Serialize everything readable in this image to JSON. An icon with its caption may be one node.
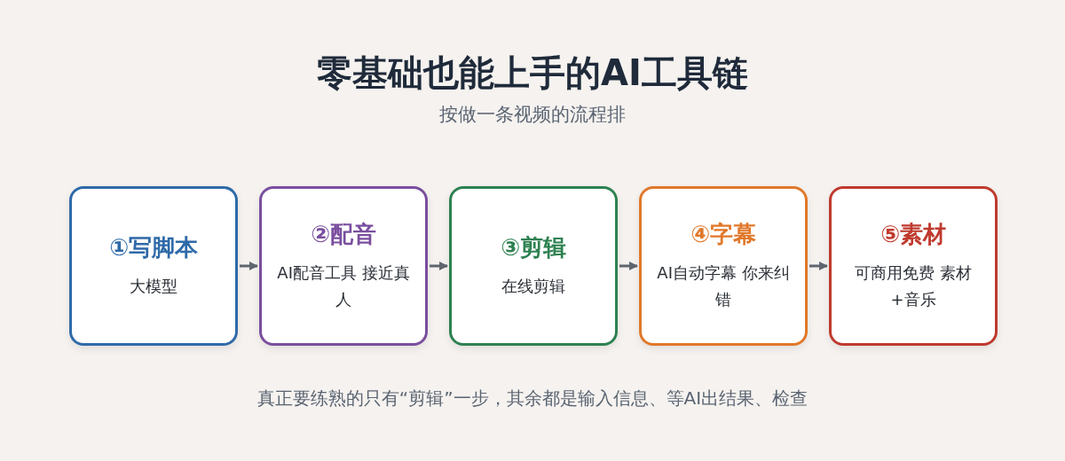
{
  "diagram": {
    "title": "零基础也能上手的AI工具链",
    "nodes": [
      {
        "text": [
          "①写脚本",
          "大模型"
        ]
      },
      {
        "text": [
          "②配音",
          "AI配音工具 接近真人"
        ]
      },
      {
        "text": [
          "③剪辑",
          "在线剪辑"
        ]
      },
      {
        "text": [
          "④字幕",
          "AI自动字幕 你来纠错"
        ]
      },
      {
        "text": [
          "⑤素材",
          "可商用免费 素材+音乐"
        ]
      }
    ],
    "edges": [
      {
        "from": 0,
        "to": 1,
        "arrow": "to"
      },
      {
        "from": 1,
        "to": 2,
        "arrow": "to"
      },
      {
        "from": 2,
        "to": 3,
        "arrow": "to"
      },
      {
        "from": 3,
        "to": 4,
        "arrow": "to"
      }
    ],
    "labels": [
      "按做一条视频的流程排"
    ],
    "caption": "真正要练熟的只有“剪辑”一步，其余都是输入信息、等AI出结果、检查"
  }
}
